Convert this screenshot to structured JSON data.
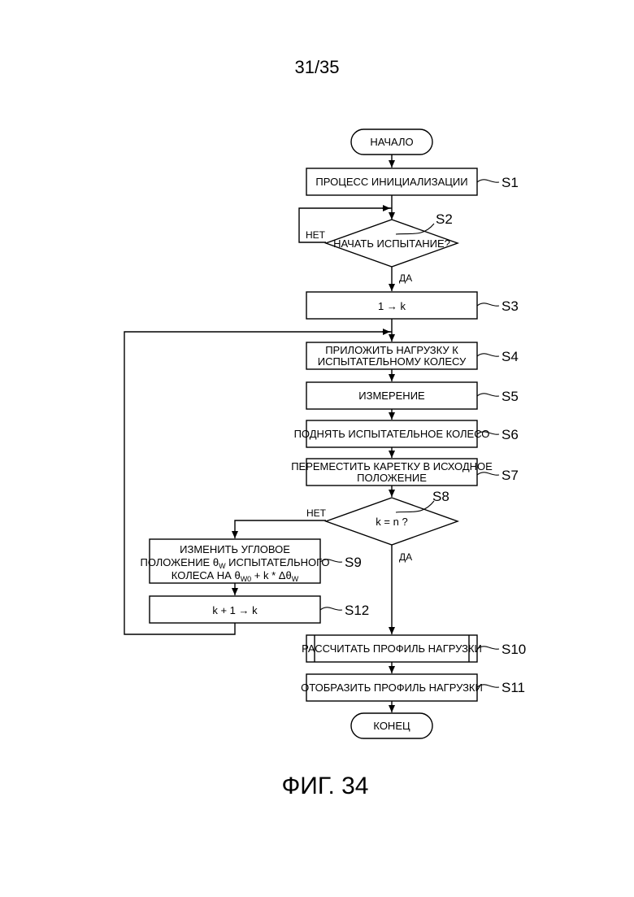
{
  "page_number": "31/35",
  "figure_caption": "ФИГ. 34",
  "nodes": {
    "start": "НАЧАЛО",
    "s1": "ПРОЦЕСС ИНИЦИАЛИЗАЦИИ",
    "s2": "НАЧАТЬ ИСПЫТАНИЕ?",
    "s3": "1 → k",
    "s4_line1": "ПРИЛОЖИТЬ НАГРУЗКУ К",
    "s4_line2": "ИСПЫТАТЕЛЬНОМУ КОЛЕСУ",
    "s5": "ИЗМЕРЕНИЕ",
    "s6": "ПОДНЯТЬ ИСПЫТАТЕЛЬНОЕ КОЛЕСО",
    "s7_line1": "ПЕРЕМЕСТИТЬ КАРЕТКУ В ИСХОДНОЕ",
    "s7_line2": "ПОЛОЖЕНИЕ",
    "s8": "k = n ?",
    "s9_line1": "ИЗМЕНИТЬ УГЛОВОЕ",
    "s9_line2a": "ПОЛОЖЕНИЕ θ",
    "s9_line2_sub": "W",
    "s9_line2b": " ИСПЫТАТЕЛЬНОГО",
    "s9_line3a": "КОЛЕСА НА θ",
    "s9_line3_sub1": "W0",
    "s9_line3b": " + k * Δθ",
    "s9_line3_sub2": "W",
    "s12": "k + 1 → k",
    "s10": "РАССЧИТАТЬ ПРОФИЛЬ НАГРУЗКИ",
    "s11": "ОТОБРАЗИТЬ ПРОФИЛЬ НАГРУЗКИ",
    "end": "КОНЕЦ"
  },
  "step_labels": {
    "s1": "S1",
    "s2": "S2",
    "s3": "S3",
    "s4": "S4",
    "s5": "S5",
    "s6": "S6",
    "s7": "S7",
    "s8": "S8",
    "s9": "S9",
    "s10": "S10",
    "s11": "S11",
    "s12": "S12"
  },
  "branch_labels": {
    "s2_no": "НЕТ",
    "s2_yes": "ДА",
    "s8_no": "НЕТ",
    "s8_yes": "ДА"
  }
}
